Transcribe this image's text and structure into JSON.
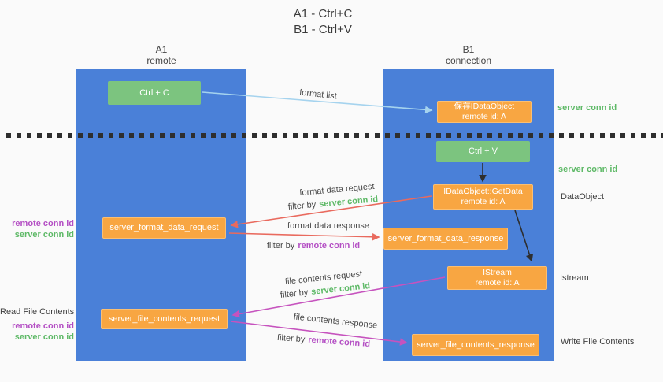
{
  "title": {
    "line1": "A1 - Ctrl+C",
    "line2": "B1 - Ctrl+V"
  },
  "lanes": {
    "left": {
      "name": "A1",
      "subtitle": "remote"
    },
    "right": {
      "name": "B1",
      "subtitle": "connection"
    }
  },
  "nodes": {
    "ctrl_c": {
      "label": "Ctrl + C"
    },
    "save_idataobject": {
      "line1": "保存IDataObject",
      "line2": "remote id: A"
    },
    "ctrl_v": {
      "label": "Ctrl + V"
    },
    "idataobject_getdata": {
      "line1": "IDataObject::GetData",
      "line2": "remote id: A"
    },
    "server_format_data_request": {
      "label": "server_format_data_request"
    },
    "server_format_data_response": {
      "label": "server_format_data_response"
    },
    "istream": {
      "line1": "IStream",
      "line2": "remote id: A"
    },
    "server_file_contents_request": {
      "label": "server_file_contents_request"
    },
    "server_file_contents_response": {
      "label": "server_file_contents_response"
    }
  },
  "edge_labels": {
    "format_list": "format list",
    "format_data_request": "format data request",
    "format_data_response": "format data response",
    "file_contents_request": "file contents request",
    "file_contents_response": "file contents response",
    "filter_by": "filter by",
    "server_conn_id": "server conn id",
    "remote_conn_id": "remote conn id"
  },
  "side_labels": {
    "server_conn_id_top": "server conn id",
    "server_conn_id_mid": "server conn id",
    "dataobject": "DataObject",
    "istream": "Istream",
    "write_file_contents": "Write File Contents",
    "read_file_contents": "Read File Contents",
    "left_remote_conn_id_1": "remote conn id",
    "left_server_conn_id_1": "server conn id",
    "left_remote_conn_id_2": "remote conn id",
    "left_server_conn_id_2": "server conn id"
  },
  "colors": {
    "lane_blue": "#4a80d8",
    "node_orange": "#f8a642",
    "node_green": "#7cc47f",
    "conn_id_green": "#5eb967",
    "conn_id_purple": "#b44fc4",
    "arrow_red": "#e96a5e",
    "arrow_magenta": "#c653be",
    "arrow_light_blue": "#a5d3ee",
    "arrow_black": "#2e2e2e",
    "background": "#fafafa",
    "text_dark": "#3f3f3f"
  }
}
